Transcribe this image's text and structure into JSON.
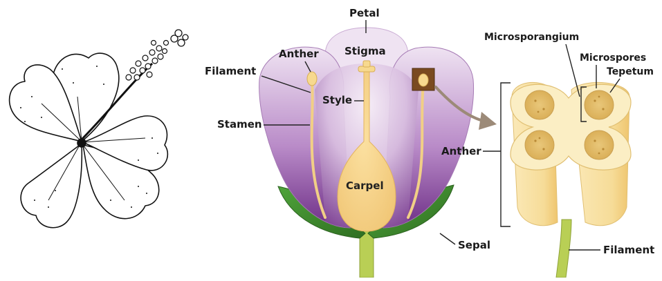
{
  "labels": {
    "petal": "Petal",
    "anther": "Anther",
    "stigma": "Stigma",
    "filament": "Filament",
    "style": "Style",
    "stamen": "Stamen",
    "carpel": "Carpel",
    "sepal": "Sepal",
    "microsporangium": "Microsporangium",
    "microspores": "Microspores",
    "tepetum": "Tepetum",
    "anther_detail": "Anther",
    "filament_detail": "Filament"
  },
  "colors": {
    "petal_light": "#efe3f2",
    "petal_dark": "#7a3d91",
    "sepal": "#3f8f2f",
    "stem": "#b9cf55",
    "pollen_tube": "#f1cf86",
    "anther_body": "#f7e3a6",
    "arrow": "#9c8a78"
  }
}
